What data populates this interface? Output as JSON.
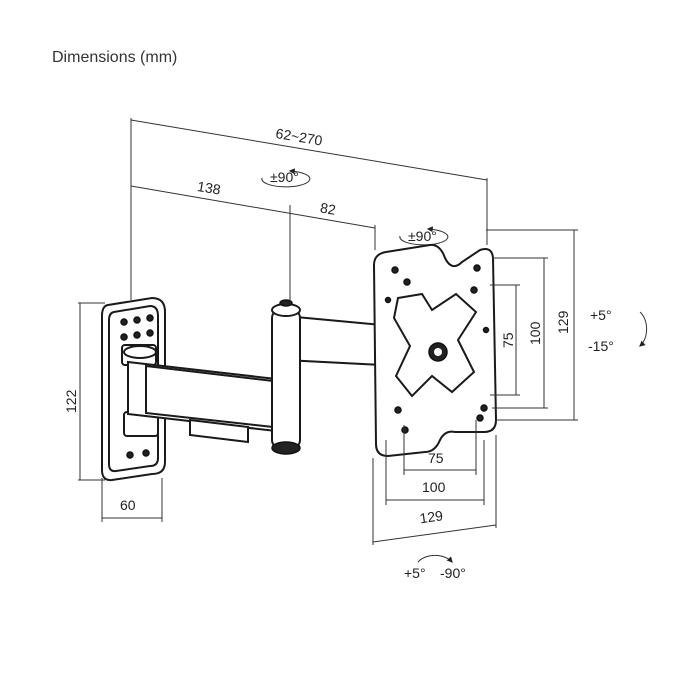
{
  "title": "Dimensions (mm)",
  "dimensions": {
    "total_extension": "62~270",
    "arm_first": "138",
    "arm_second": "82",
    "wall_plate_height": "122",
    "wall_plate_width": "60",
    "vesa_h_small": "75",
    "vesa_h_medium": "100",
    "vesa_h_large": "129",
    "vesa_v_small": "75",
    "vesa_v_medium": "100",
    "vesa_v_large": "129"
  },
  "rotation": {
    "arm_swivel": "±90°",
    "plate_rotation": "±90°",
    "tilt_up": "+5°",
    "tilt_down": "-15°",
    "swivel_left": "+5°",
    "swivel_right": "-90°"
  }
}
